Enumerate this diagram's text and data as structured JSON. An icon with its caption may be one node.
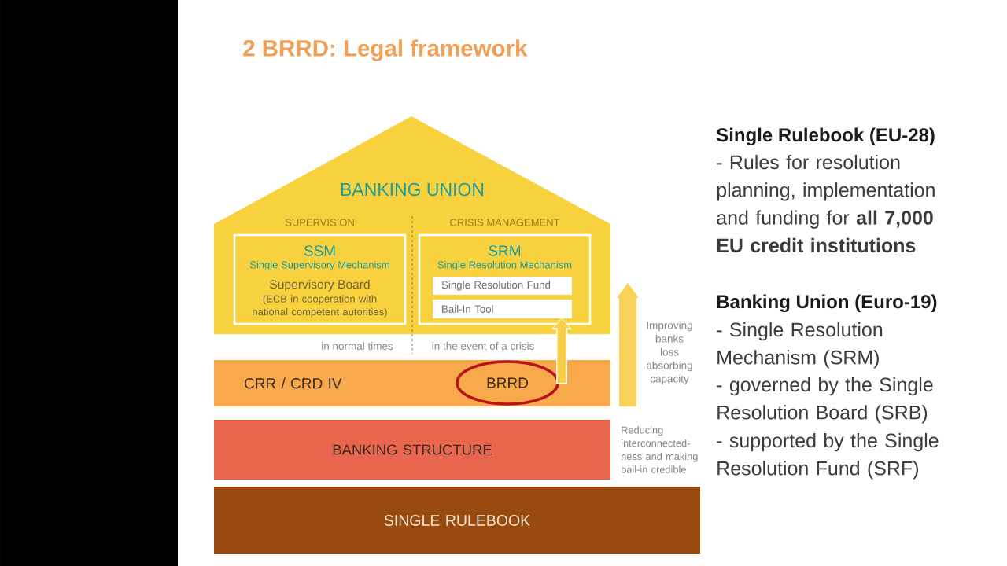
{
  "diagram": {
    "title": "2 BRRD: Legal framework",
    "nodes": [
      {
        "text": [
          "BANKING UNION"
        ]
      },
      {
        "text": [
          "SUPERVISION",
          "SSM",
          "Single Supervisory Mechanism",
          "Supervisory Board",
          "(ECB in cooperation with national competent autorities)"
        ],
        "in": 0
      },
      {
        "text": [
          "CRISIS MANAGEMENT",
          "SRM",
          "Single Resolution Mechanism"
        ],
        "in": 0
      },
      {
        "text": [
          "Single Resolution Fund"
        ],
        "in": 2
      },
      {
        "text": [
          "Bail-In Tool"
        ],
        "in": 2
      },
      {
        "text": [
          "CRR / CRD IV"
        ]
      },
      {
        "text": [
          "BRRD"
        ],
        "in": 5
      },
      {
        "text": [
          "BANKING STRUCTURE"
        ]
      },
      {
        "text": [
          "SINGLE RULEBOOK"
        ]
      }
    ],
    "edges": [
      {
        "from": 6,
        "to": 4,
        "arrow": "to"
      }
    ],
    "labels": [
      "in normal times",
      "in the event of a crisis",
      "Improving banks loss absorbing capacity",
      "Reducing interconnected- ness and making bail-in credible",
      "Single Rulebook (EU-28)",
      "- Rules for resolution planning, implementation and funding for **all 7,000 EU credit institutions**",
      "Banking Union (Euro-19)",
      "- Single Resolution Mechanism (SRM)",
      "- governed by the Single Resolution Board (SRB)",
      "- supported by the Single Resolution Fund (SRF)"
    ]
  }
}
